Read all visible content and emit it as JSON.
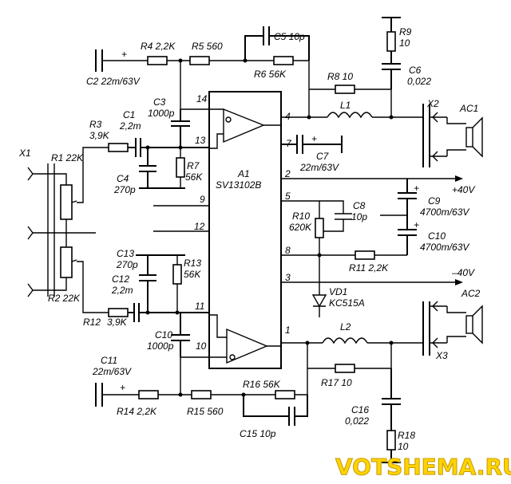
{
  "ic": {
    "ref": "A1",
    "part": "SV13102B"
  },
  "pins": [
    "14",
    "13",
    "7",
    "9",
    "12",
    "11",
    "10",
    "4",
    "2",
    "5",
    "8",
    "3",
    "1"
  ],
  "components": {
    "X1": "X1",
    "X2": "X2",
    "X3": "X3",
    "R1": "R1 22K",
    "R2": "R2 22K",
    "R3": "R3",
    "R3v": "3,9K",
    "R4": "R4 2,2K",
    "R5": "R5 560",
    "R6": "R6 56K",
    "R7": "R7",
    "R7v": "56K",
    "R8": "R8 10",
    "R9": "R9",
    "R9v": "10",
    "R10": "R10",
    "R10v": "620K",
    "R11": "R11 2,2K",
    "R12": "R12",
    "R12v": "3,9K",
    "R13": "R13",
    "R13v": "56K",
    "R14": "R14 2,2K",
    "R15": "R15 560",
    "R16": "R16 56K",
    "R17": "R17 10",
    "R18": "R18",
    "R18v": "10",
    "C1": "C1",
    "C1v": "2,2m",
    "C2": "C2 22m/63V",
    "C3": "C3",
    "C3v": "1000p",
    "C4": "C4",
    "C4v": "270p",
    "C5": "C5 10p",
    "C6": "C6",
    "C6v": "0,022",
    "C7": "C7",
    "C7v": "22m/63V",
    "C8": "C8",
    "C8v": "10p",
    "C9": "C9",
    "C9v": "4700m/63V",
    "C10a": "C10",
    "C10av": "4700m/63V",
    "C10b": "C10",
    "C10bv": "1000p",
    "C11": "C11",
    "C11v": "22m/63V",
    "C12": "C12",
    "C12v": "2,2m",
    "C13": "C13",
    "C13v": "270p",
    "C15": "C15 10p",
    "C16": "C16",
    "C16v": "0,022",
    "L1": "L1",
    "L2": "L2",
    "VD1": "VD1",
    "VD1v": "KC515A",
    "AC1": "AC1",
    "AC2": "AC2",
    "plus40": "+40V",
    "minus40": "–40V"
  },
  "watermark": "VOTSHEMA.RU"
}
